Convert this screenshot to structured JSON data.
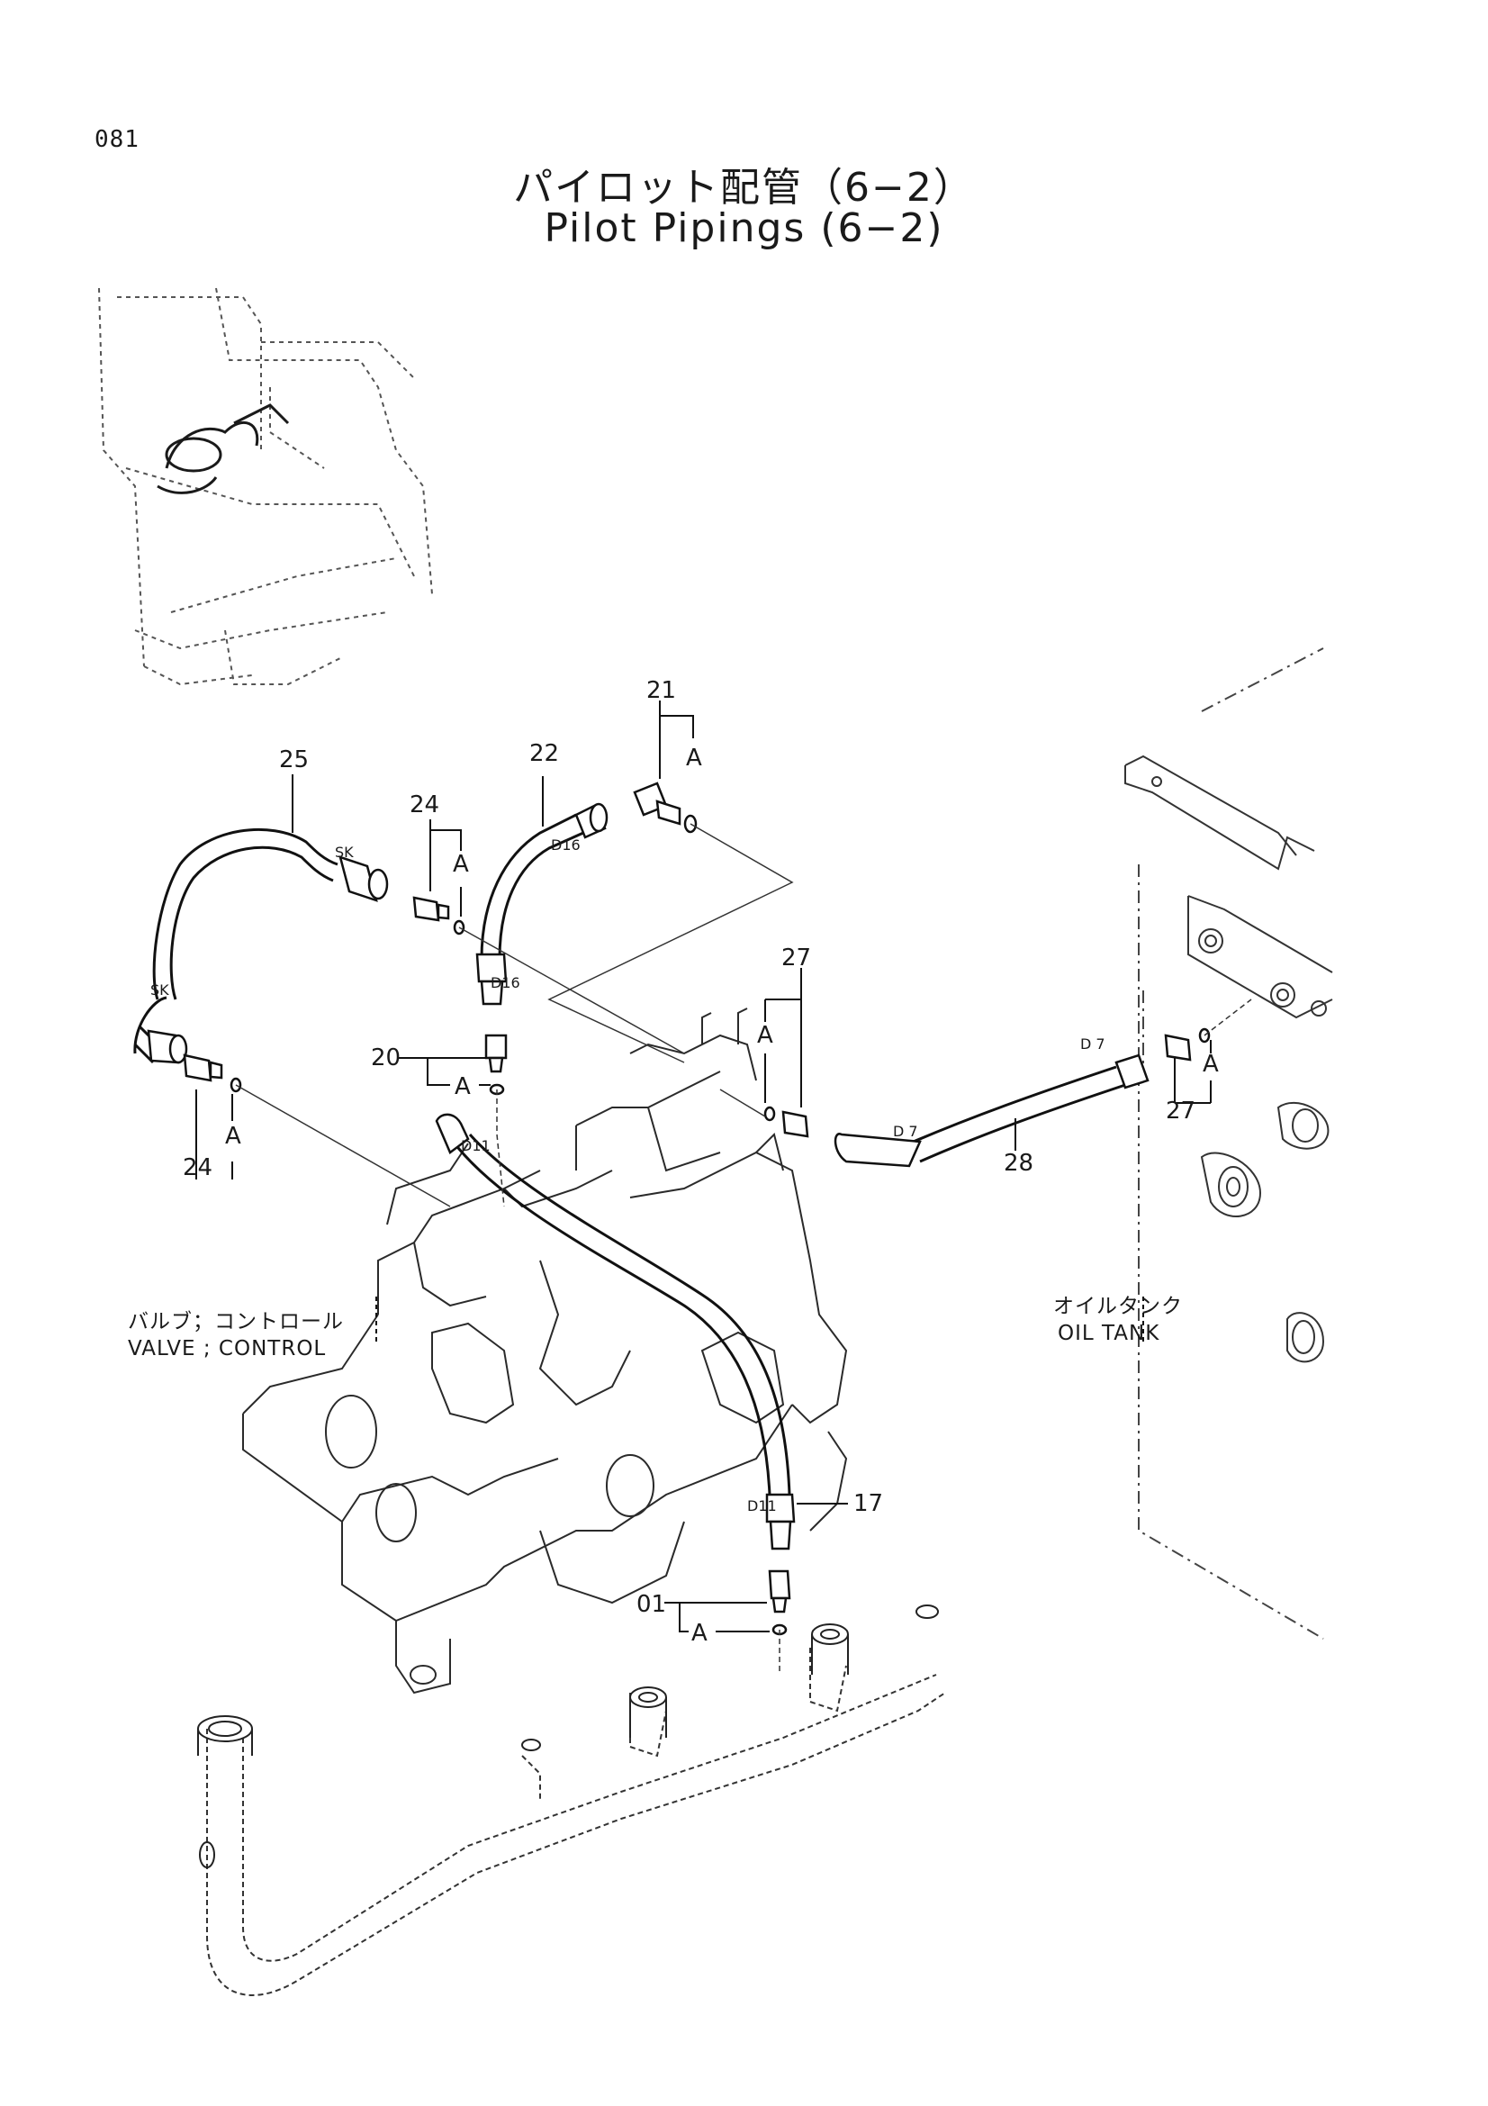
{
  "page_number": "081",
  "title": {
    "ja": "パイロット配管（6−2）",
    "en": "Pilot Pipings (6−2)"
  },
  "callouts": {
    "c01": "01",
    "c17": "17",
    "c20": "20",
    "c21": "21",
    "c22": "22",
    "c24a": "24",
    "c24b": "24",
    "c25": "25",
    "c27a": "27",
    "c27b": "27",
    "c28": "28"
  },
  "detail_marks": {
    "a1": "A",
    "a2": "A",
    "a3": "A",
    "a4": "A",
    "a5": "A",
    "a6": "A",
    "a7": "A"
  },
  "hose_tags": {
    "sk1": "SK",
    "sk2": "SK",
    "d16a": "D16",
    "d16b": "D16",
    "d11a": "D11",
    "d11b": "D11",
    "d7a": "D 7",
    "d7b": "D 7"
  },
  "labels": {
    "valve_ja": "バルブ；コントロール",
    "valve_en": "VALVE ; CONTROL",
    "tank_ja": "オイルタンク",
    "tank_en": "OIL TANK"
  }
}
